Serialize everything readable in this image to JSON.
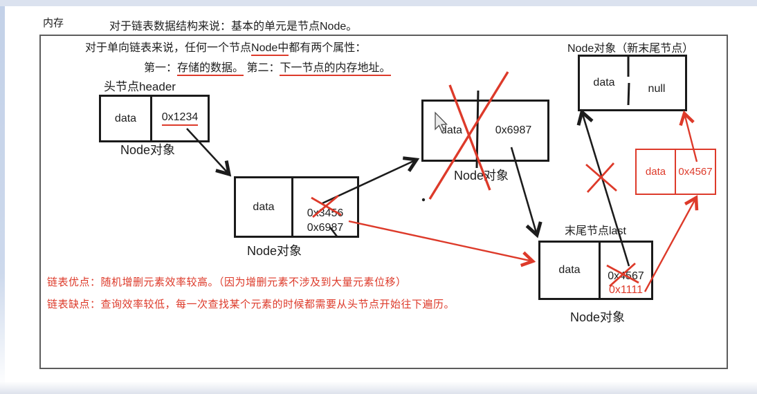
{
  "page": {
    "memory_label": "内存"
  },
  "intro": {
    "line1": "对于链表数据结构来说：基本的单元是节点Node。",
    "line2_pre": "对于单向链表来说，任何一个节点",
    "line2_underlined": "Node中",
    "line2_post": "都有两个属性：",
    "line3_p1": "第一：",
    "line3_p2": "存储的数据。",
    "line3_p3": " 第二：",
    "line3_p4": "下一节点的内存地址。"
  },
  "nodes": {
    "header": {
      "title": "头节点header",
      "data": "data",
      "next": "0x1234",
      "caption": "Node对象"
    },
    "second": {
      "data": "data",
      "next_old": "0x3456",
      "next_new": "0x6987",
      "caption": "Node对象"
    },
    "deleted": {
      "data": "data",
      "next": "0x6987",
      "caption": "Node对象"
    },
    "new_tail": {
      "title": "Node对象（新末尾节点）",
      "data": "data",
      "next": "null"
    },
    "new_tail_red": {
      "data": "data",
      "next": "0x4567"
    },
    "last": {
      "title": "末尾节点last",
      "data": "data",
      "next_old": "0x4567",
      "next_new": "0x1111",
      "caption": "Node对象"
    }
  },
  "notes": {
    "pros": "链表优点：随机增删元素效率较高。（因为增删元素不涉及到大量元素位移）",
    "cons": "链表缺点：查询效率较低，每一次查找某个元素的时候都需要从头节点开始往下遍历。"
  },
  "colors": {
    "ink": "#1d1d1d",
    "accent_red": "#dd3a2a",
    "frame_border": "#5c5c5c",
    "edge_blue": "#c7d4e9"
  }
}
